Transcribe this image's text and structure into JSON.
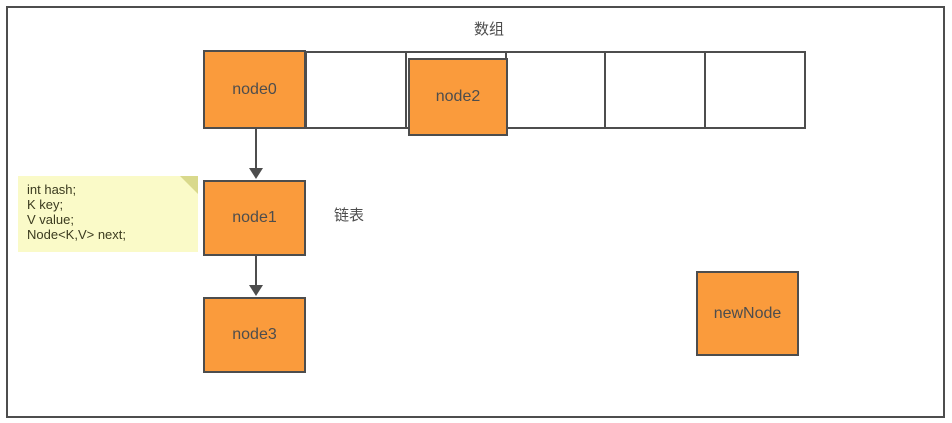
{
  "diagram": {
    "title_array": "数组",
    "title_list": "链表"
  },
  "array": {
    "cells": [
      {
        "label": "node0",
        "filled": true
      },
      {
        "label": "",
        "filled": false
      },
      {
        "label": "node2",
        "filled": true
      },
      {
        "label": "",
        "filled": false
      },
      {
        "label": "",
        "filled": false
      },
      {
        "label": "",
        "filled": false
      }
    ]
  },
  "nodes": {
    "node0": "node0",
    "node1": "node1",
    "node2": "node2",
    "node3": "node3",
    "newnode": "newNode"
  },
  "note": {
    "lines": "int hash;\nK key;\nV value;\nNode<K,V> next;"
  },
  "colors": {
    "node_fill": "#FA9B3C",
    "stroke": "#4D4D4D",
    "note_fill": "#FAFAC8",
    "note_fold": "#D9D98C",
    "canvas": "#FFFFFF"
  }
}
